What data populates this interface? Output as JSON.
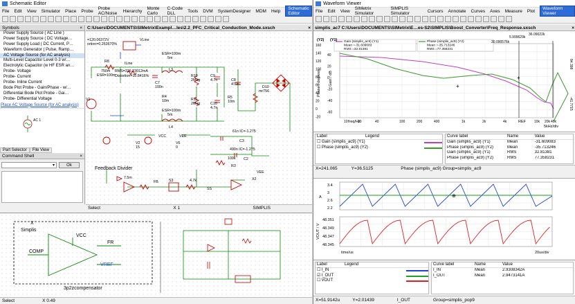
{
  "schematic": {
    "title": "Schematic Editor",
    "menu": [
      "File",
      "Edit",
      "View",
      "Simulator",
      "Place",
      "Probe",
      "Probe AC/Noise",
      "Hierarchy",
      "Monte Carlo",
      "C-Code DLL",
      "Tools",
      "DVM",
      "SystemDesigner",
      "MDM",
      "Help"
    ],
    "badge": "Schematic Editor",
    "path": "C:\\Users\\DOCUMENTS\\SIMetrix\\Exampl…les\\2.2_PFC_Critical_Conduction_Mode.sxsch",
    "symbols_title": "Symbols",
    "symbols": [
      "Power Supply Source ( AC Line )",
      "Power Supply Source ( DC Voltage…",
      "Power Supply Load ( DC Current, P…",
      "Waveform Generator ( Pulse, Ramp…",
      "AC Voltage Source (for AC analysis)",
      "Multi-Level Capacitor Level 0-3 w/…",
      "Electrolytic Capacitor (w HF ESR an…",
      "Probe- Voltage",
      "Probe- Current",
      "Probe- Inline Current",
      "Bode Plot Probe - Gain/Phase - w/…",
      "Differential Bode Plot Probe - Gai…",
      "Probe- Differential Voltage"
    ],
    "selected_symbol_index": 4,
    "place_link": "Place AC Voltage Source (for AC analysis)",
    "tabs": [
      "Part Selector",
      "File View"
    ],
    "command_shell": "Command Shell",
    "ok": "Ok",
    "part_selector": "Part Selector",
    "status_left": "Select",
    "status_mid": "X 1",
    "status_right": "SIMPLIS",
    "status2_left": "Select",
    "status2_mid": "X 0.49",
    "circuit": {
      "vline": "VLine",
      "iline": "ILine",
      "v1": "V1",
      "r8": "R8",
      "r8v": "750m",
      "esr": "ESR=100m",
      "rms": "RMS=326.23012mA",
      "distortion": "Distortion=10.8416%",
      "freq1": "=120.06372V",
      "freq2": "ortion=0.263670%",
      "l3": "L3",
      "l3v": "5m",
      "esr_l3": "ESR=100m",
      "l4": "L4",
      "l4v": "5m",
      "esr_l4": "ESR=100m",
      "c7": "C7",
      "c7v": "100n",
      "r4": "R4",
      "r4v": "10m",
      "r10": "R10",
      "r10v": "2Meg",
      "c9": "C9",
      "c9v": "4.7n",
      "c8": "C8",
      "c8v": "470n",
      "r11": "R11",
      "r11v": "2Meg",
      "c10": "C10",
      "c10v": "4.7n",
      "r5": "R5",
      "r5v": "10m",
      "d10": "D10",
      "d10v": "mr756",
      "vcc": "VCC",
      "vee": "VEE",
      "v2": "V2",
      "v2v": "15",
      "v6": "V6",
      "v6v": "0",
      "c3": "C3",
      "c3v": "61n IC=-1.275",
      "c2": "C2",
      "c2v": "490n IC=-1.275",
      "r3": "R3",
      "r3v": "100k",
      "feedback": "Feedback Divider",
      "r2v": "7.5m",
      "fb": "FB",
      "s3": "S3",
      "r7v": "4.7k",
      "ss": "SS",
      "x2": "X2",
      "r_label": "R1"
    },
    "symbol": {
      "x": "X",
      "simplis": "Simplis",
      "vcc": "VCC",
      "comp": "COMP",
      "fr": "FR",
      "vref": "VREF",
      "name": "3p2zcompensator"
    }
  },
  "waveform": {
    "title": "Waveform Viewer",
    "menu": [
      "File",
      "Edit",
      "View",
      "SIMetrix Simulator",
      "SIMPLIS Simulator",
      "Cursors",
      "Annotate",
      "Curves",
      "Axes",
      "Measure",
      "Plot"
    ],
    "badge": "Waveform Viewer",
    "path": "simplis_ac7  C:\\Users\\DOCUMENTS\\SIMetrix\\E…es-S2\\SIMPLIS\\Boost_Converter\\Freq_Response.sxsch",
    "legend_gain": {
      "name": "Gain (simplis_ac9) (Y1)",
      "mean": "Mean =-31.609083",
      "rms": "RMS =32.81381"
    },
    "legend_phase": {
      "name": "Phase (simplis_ac9) (Y2)",
      "mean": "Mean =-35.713246",
      "rms": "RMS =77.358231"
    },
    "cursor1": "5.999629k",
    "cursor2": "36.09022k",
    "cursor3": "30.090576k",
    "cursor_y": "84.398",
    "cursor_y2": "-41.7715",
    "y2_axis_label": "Phase / degrees",
    "y1_axis_label": "Gain / dB",
    "y2_label": "(Y2)",
    "y1_label": "(Y1)",
    "y_ticks_phase": [
      "160",
      "140",
      "120",
      "100",
      "80",
      "60",
      "40",
      "20",
      "0",
      "-20"
    ],
    "y_ticks_gain": [
      "40",
      "20",
      "0",
      "-20",
      "-40",
      "-60"
    ],
    "x_ticks": [
      "10",
      "20",
      "40",
      "100",
      "200",
      "400",
      "1k",
      "2k",
      "4k",
      "10k",
      "20k",
      "40k"
    ],
    "x_label": "freq/Hz",
    "ref": "REF",
    "div": "5kHz/div",
    "table1": {
      "headers": [
        "Label",
        "Legend"
      ],
      "rows": [
        {
          "label": "Gain (simplis_ac9) (Y1)",
          "checked": false
        },
        {
          "label": "Phase (simplis_ac9) (Y2)",
          "checked": false
        }
      ]
    },
    "table1_right": {
      "headers": [
        "Curve label",
        "Name",
        "Value"
      ],
      "rows": [
        [
          "Gain (simplis_ac9) (Y1)",
          "Mean",
          "-31.609083"
        ],
        [
          "Phase (simplis_ac9) (Y2)",
          "Mean",
          "-35.713246"
        ],
        [
          "Gain (simplis_ac9) (Y1)",
          "RMS",
          "32.81381"
        ],
        [
          "Phase (simplis_ac9) (Y2)",
          "RMS",
          "77.358231"
        ]
      ]
    },
    "status1": {
      "x": "X=241.065",
      "y": "Y=36.5125",
      "info": "Phase (simplis_ac9) Group=simplis_ac9"
    },
    "ilabel": "A",
    "ivals": [
      "3.4",
      "3",
      "2.6",
      "2.2"
    ],
    "vlabel": "VOUT / V",
    "vvals": [
      "48.351",
      "48.349",
      "48.347",
      "48.345"
    ],
    "t_label": "time/us",
    "t_div": "20us/div",
    "table2": {
      "headers": [
        "Label",
        "Legend"
      ],
      "rows": [
        {
          "label": "I_IN",
          "checked": false
        },
        {
          "label": "I_OUT",
          "checked": true
        },
        {
          "label": "VOUT",
          "checked": false
        }
      ]
    },
    "table2_right": {
      "headers": [
        "Curve label",
        "Name",
        "Value"
      ],
      "rows": [
        [
          "I_IN",
          "Mean",
          "2.9308342A"
        ],
        [
          "I_OUT",
          "Mean",
          "2.9473141A"
        ]
      ]
    },
    "status2": {
      "x": "X=51.9142u",
      "y": "Y=2.01439",
      "mid": "I_OUT",
      "info": "Group=simplis_pop9"
    },
    "colors": {
      "gain": "#c040c0",
      "phase": "#3a9a2a",
      "iin": "#2040d0",
      "iout": "#20a020",
      "vout": "#e02020"
    }
  }
}
